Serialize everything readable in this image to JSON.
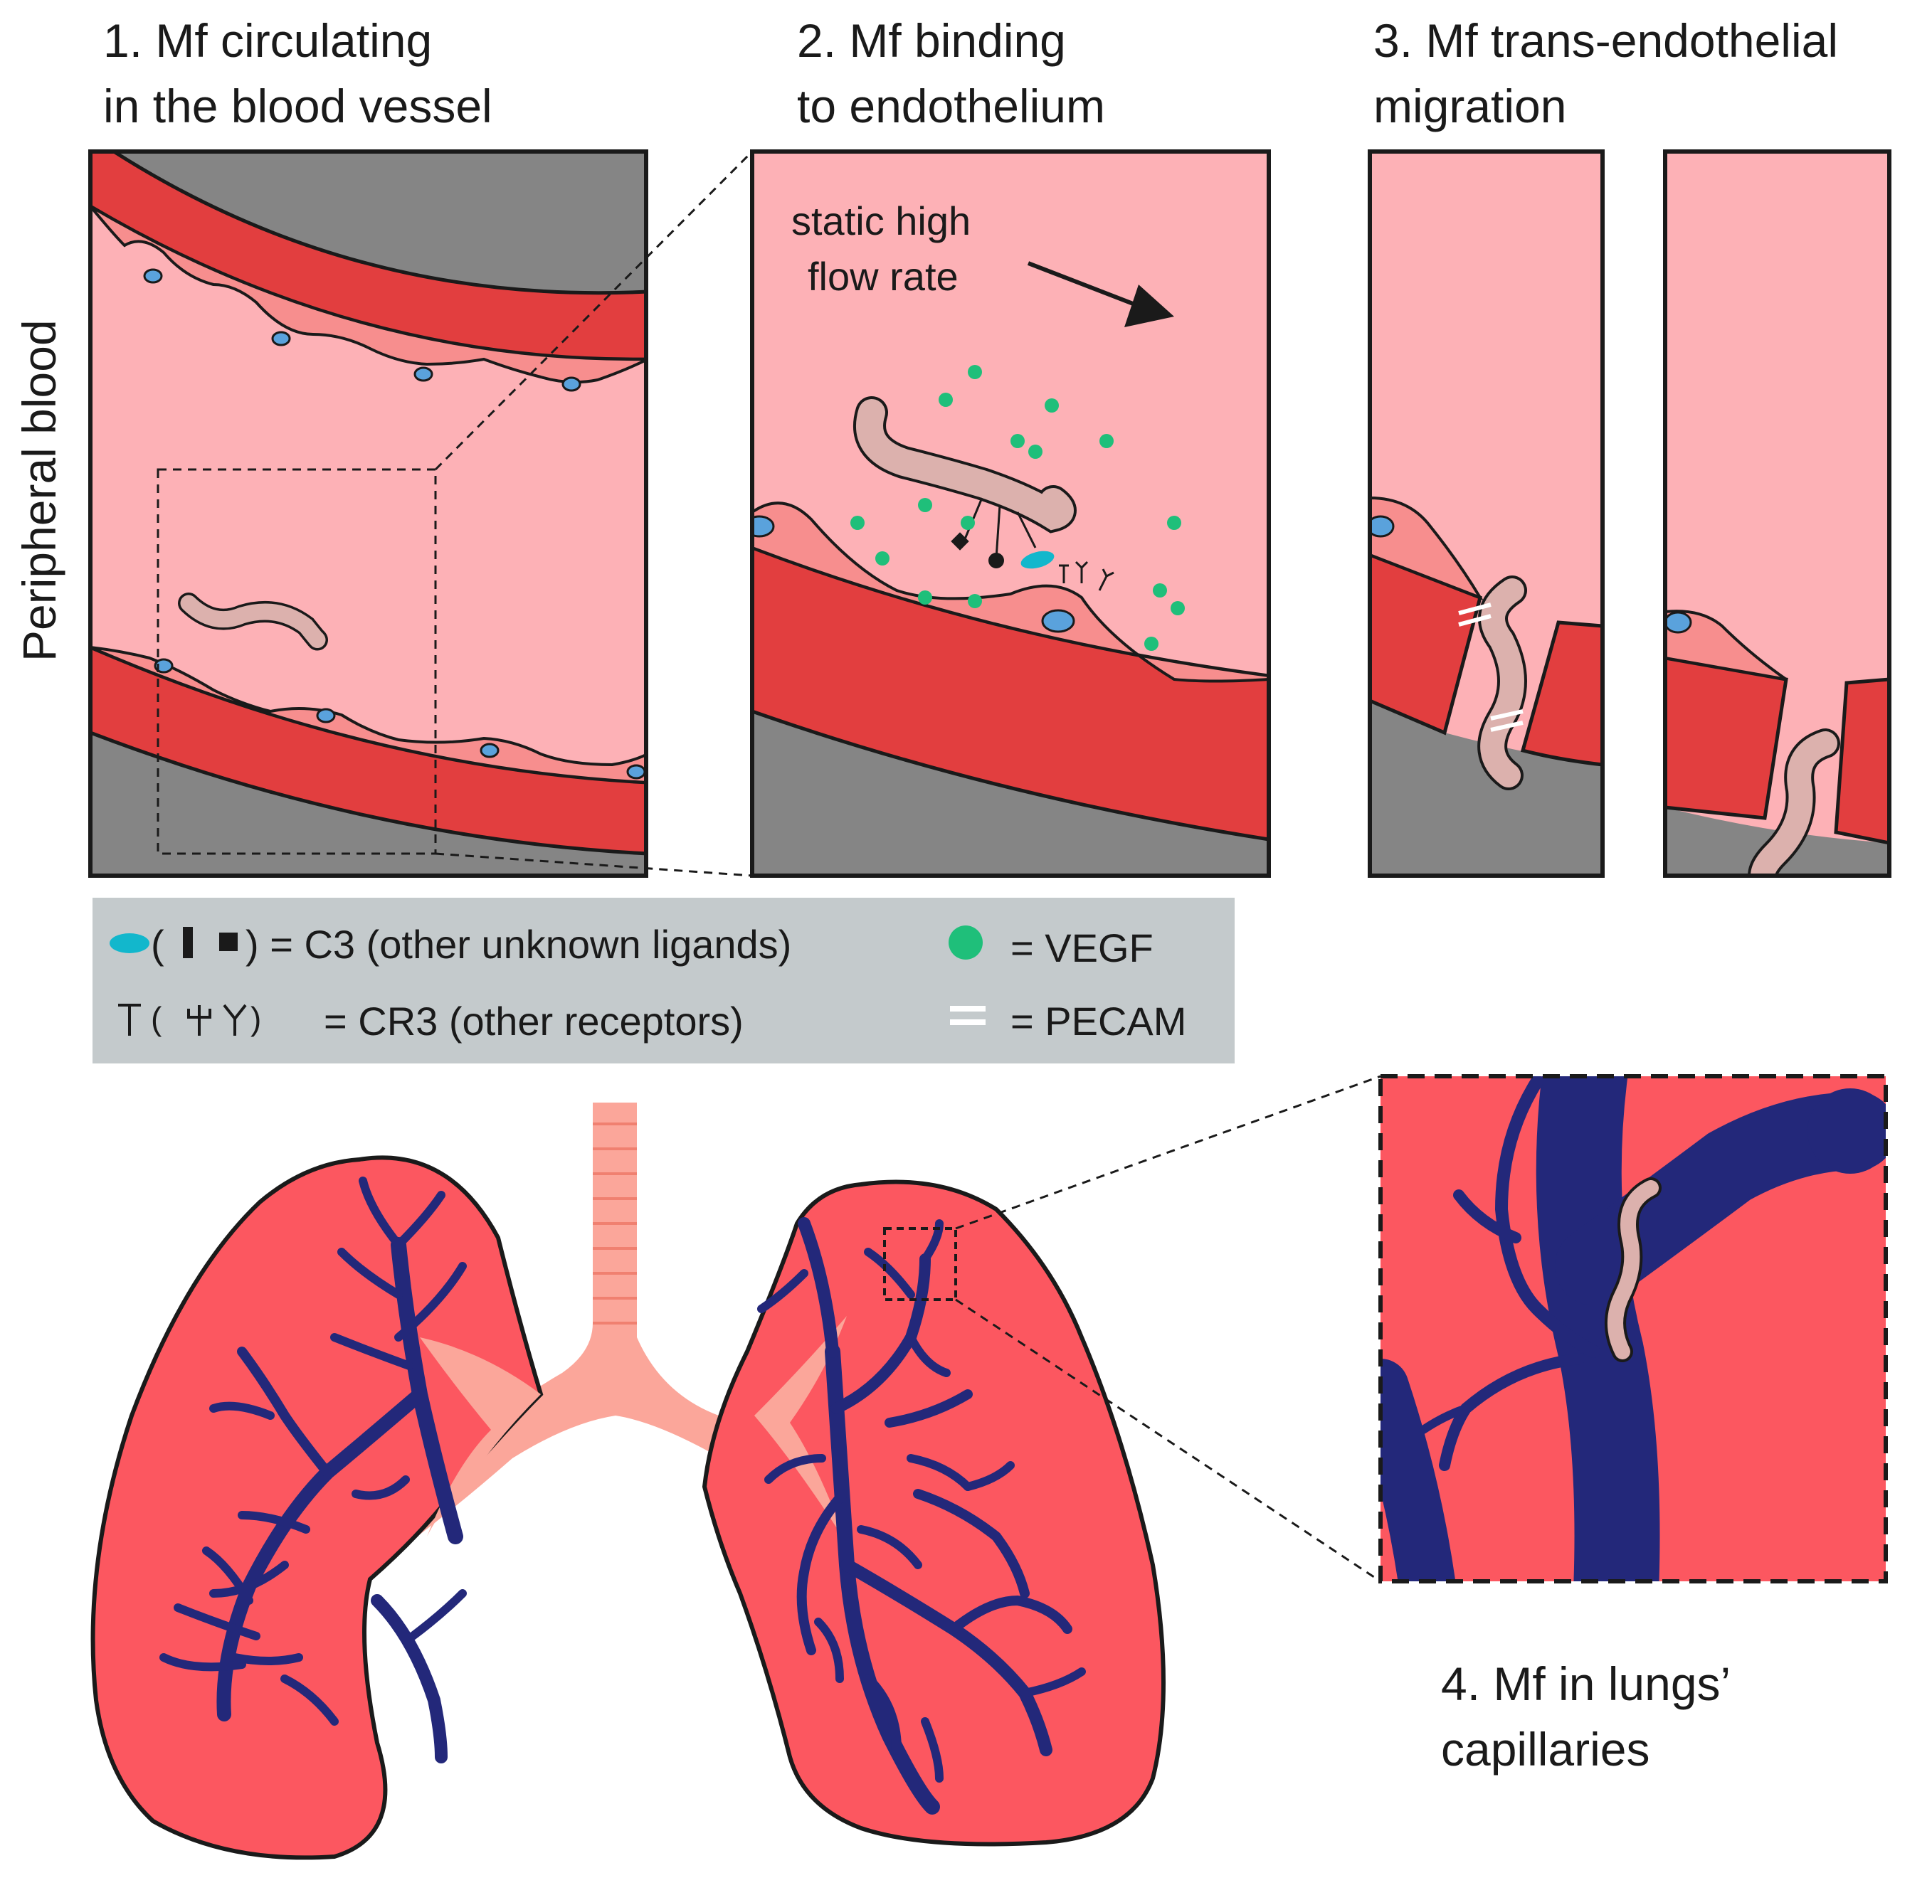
{
  "titles": {
    "step1_line1": "1. Mf circulating",
    "step1_line2": "in the blood vessel",
    "step2_line1": "2. Mf binding",
    "step2_line2": "to endothelium",
    "step3_line1": "3. Mf trans-endothelial",
    "step3_line2": "migration",
    "step4_line1": "4. Mf in lungs’",
    "step4_line2": "capillaries"
  },
  "side_label": "Peripheral blood",
  "flow": {
    "line1": "static high",
    "line2": "flow rate"
  },
  "legend": {
    "c3_open": "(",
    "c3_rest": ") = C3 (other unknown ligands)",
    "cr3_open": "(",
    "cr3_close": ")",
    "cr3_text": "= CR3 (other receptors)",
    "vegf": "= VEGF",
    "pecam": "= PECAM"
  },
  "colors": {
    "blood": "#fdb1b6",
    "vessel_wall": "#e23e3f",
    "tissue": "#858585",
    "endothelium": "#f78e8e",
    "nucleus": "#5aa2dc",
    "worm": "#dcb1ad",
    "vegf": "#1fbf7a",
    "c3": "#12b7cc",
    "legend_bg": "#c4cacc",
    "lung": "#fc5760",
    "vessel_tree": "#23287a",
    "trachea": "#fba69a"
  },
  "icons": {
    "flow_arrow": "arrow-down-right-icon",
    "c3": "cyan-ellipse-icon",
    "vegf": "green-dot-icon",
    "pecam": "white-double-bar-icon",
    "cr3": "y-receptor-icon"
  }
}
